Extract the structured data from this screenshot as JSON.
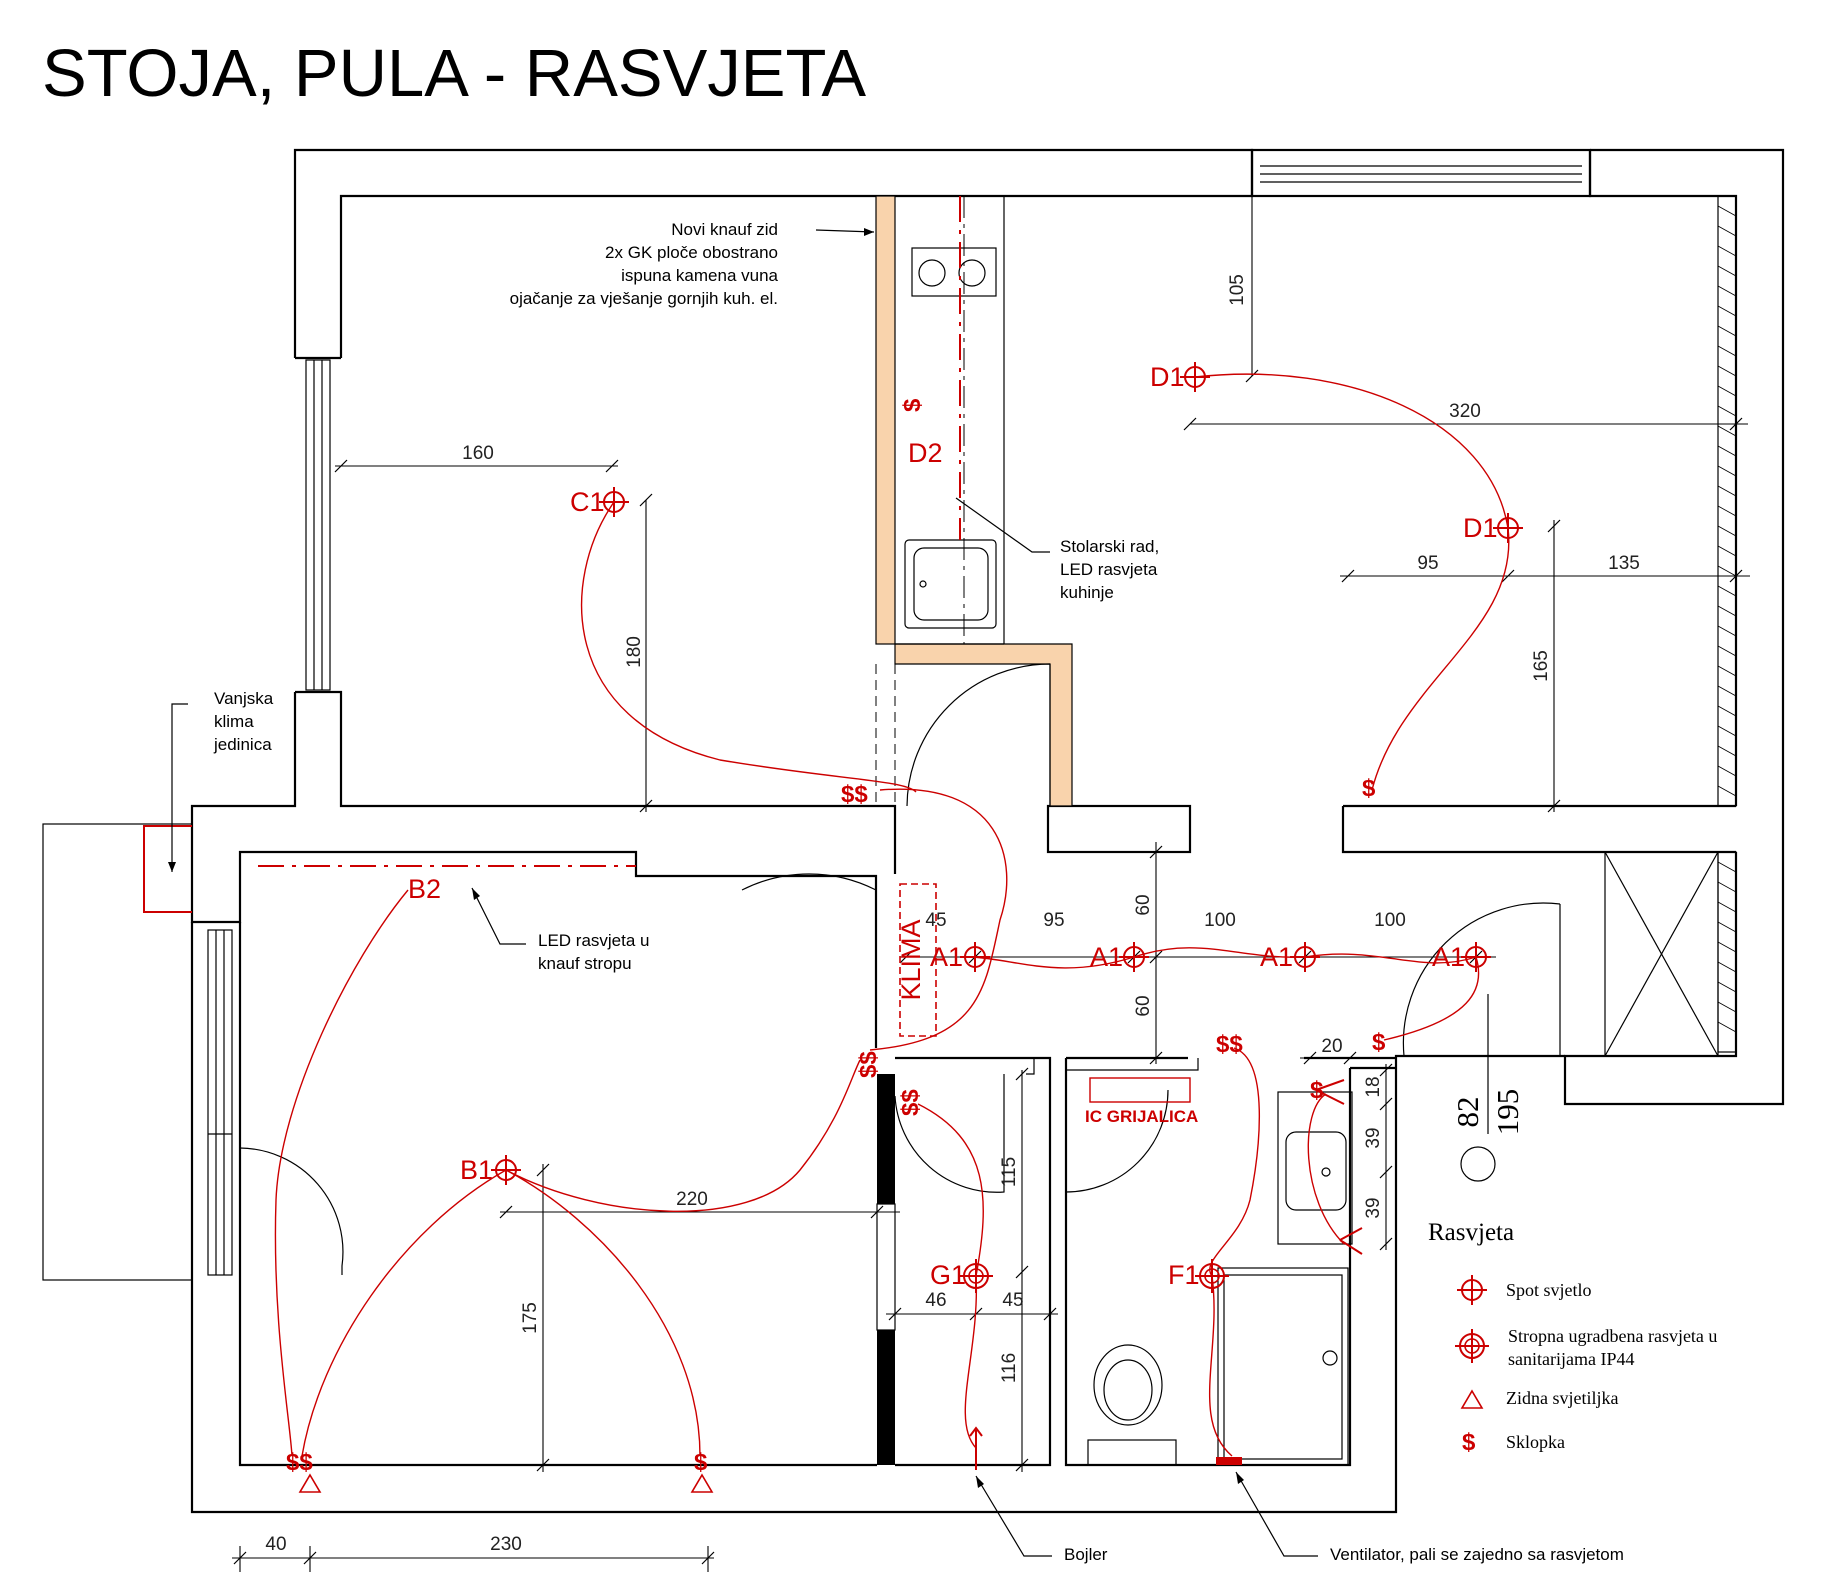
{
  "title": "STOJA, PULA - RASVJETA",
  "notes": {
    "knauf_wall": [
      "Novi knauf zid",
      "2x GK ploče obostrano",
      "ispuna kamena vuna",
      "ojačanje za vješanje gornjih kuh. el."
    ],
    "joinery": [
      "Stolarski rad,",
      "LED rasvjeta",
      "kuhinje"
    ],
    "outdoor_unit": [
      "Vanjska",
      "klima",
      "jedinica"
    ],
    "led_ceiling": [
      "LED rasvjeta u",
      "knauf stropu"
    ],
    "boiler": "Bojler",
    "fan": "Ventilator, pali se zajedno sa rasvjetom"
  },
  "fixture_labels": {
    "c1": "C1",
    "d1_top": "D1",
    "d1_mid": "D1",
    "d2": "D2",
    "b1": "B1",
    "b2": "B2",
    "a1_1": "A1",
    "a1_2": "A1",
    "a1_3": "A1",
    "a1_4": "A1",
    "g1": "G1",
    "f1": "F1"
  },
  "tags": {
    "klima": "KLIMA",
    "ic_heater": "IC GRIJALICA"
  },
  "switch_labels": {
    "double": "$$",
    "single": "$"
  },
  "dimensions": {
    "d105": "105",
    "d320": "320",
    "d160": "160",
    "d180": "180",
    "d95_right": "95",
    "d135": "135",
    "d165": "165",
    "d45_hall": "45",
    "d95_hall": "95",
    "d100_a": "100",
    "d100_b": "100",
    "d60_top": "60",
    "d60_bot": "60",
    "d20": "20",
    "d18": "18",
    "d39_a": "39",
    "d39_b": "39",
    "d220": "220",
    "d175": "175",
    "d115": "115",
    "d46": "46",
    "d45_bath": "45",
    "d116": "116",
    "d40": "40",
    "d230": "230"
  },
  "level_marks": {
    "val_82": "82",
    "val_195": "195"
  },
  "legend": {
    "heading": "Rasvjeta",
    "items": [
      {
        "symbol": "spot",
        "label": "Spot svjetlo"
      },
      {
        "symbol": "recessed-ip44",
        "label_1": "Stropna ugradbena rasvjeta u",
        "label_2": "sanitarijama IP44"
      },
      {
        "symbol": "wall-lamp",
        "label": "Zidna svjetiljka"
      },
      {
        "symbol": "switch",
        "label": "Sklopka"
      }
    ]
  },
  "colors": {
    "electrical": "#cc0000",
    "walls": "#000000",
    "partition_fill": "#f9d3ac",
    "background": "#ffffff"
  }
}
